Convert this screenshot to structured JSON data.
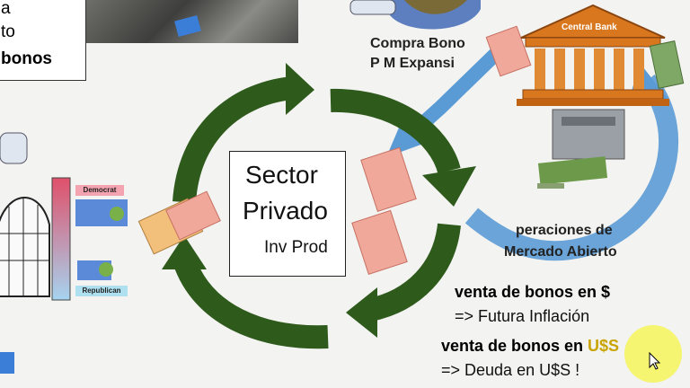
{
  "top_left_box": {
    "lines": [
      "a",
      "to",
      "bonos"
    ]
  },
  "sector_box": {
    "line1": "Sector",
    "line2": "Privado",
    "line3": "Inv Prod"
  },
  "compra_label": {
    "line1": "Compra Bono",
    "line2": "P M Expansi"
  },
  "central_bank": {
    "label": "Central Bank"
  },
  "operaciones_label": {
    "line1": "peraciones de",
    "line2": "Mercado Abierto"
  },
  "notes": [
    {
      "bold": "venta de bonos en $",
      "regular": "=> Futura Inflación"
    },
    {
      "bold": "venta de bonos en ",
      "bold_highlight": "U$S",
      "regular": "=> Deuda en U$S !"
    }
  ],
  "chart_labels": {
    "top": "Democrat",
    "bottom": "Republican"
  },
  "colors": {
    "cycle_arrow": "#2e5a1c",
    "flow_arrow": "#5b9bd5",
    "bank_fill": "#d9771f",
    "bank_label": "#ffffff",
    "cursor_highlight": "#f6f45a",
    "democrat_bg": "#f4a3b0",
    "republican_bg": "#aee0f0"
  },
  "icons": [
    "pointing-hand-icon",
    "globe-icon",
    "banknote-icon",
    "money-printer-icon",
    "dollar-stack-icon",
    "arch-building-icon",
    "voters-icon",
    "mouse-cursor-icon"
  ]
}
